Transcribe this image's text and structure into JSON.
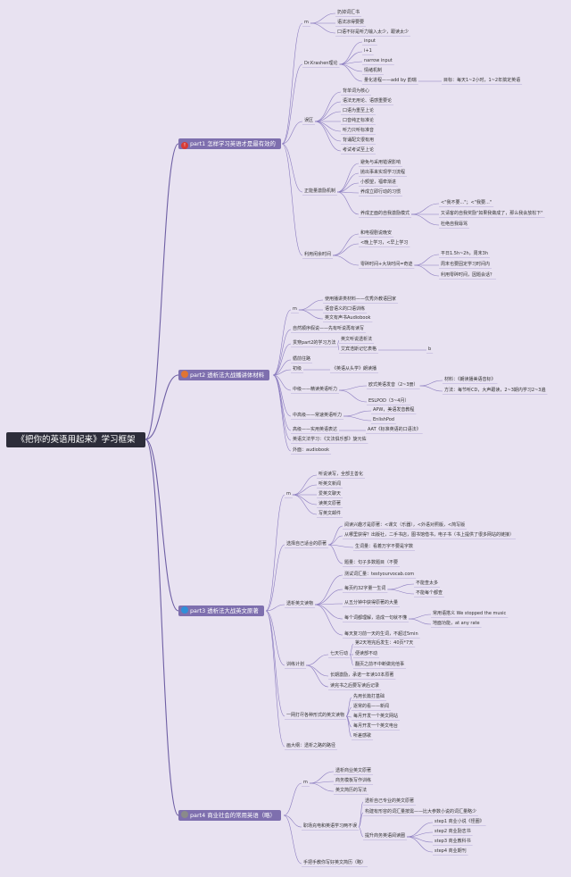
{
  "root": {
    "title": "《把你的英语用起来》学习框架"
  },
  "parts": [
    {
      "label": "part1 怎样学习英语才是最有效的",
      "badge_text": "!",
      "badge_color": "#d83b35",
      "badge_icon": "warning-icon"
    },
    {
      "label": "part2 透析法大战播讲体材料",
      "badge_text": "",
      "badge_color": "#e07432",
      "badge_icon": "orange-dot-icon"
    },
    {
      "label": "part3 透析法大战英文原著",
      "badge_text": "",
      "badge_color": "#2f8fd8",
      "badge_icon": "blue-dot-icon"
    },
    {
      "label": "part4 商业社会的常用英语（略）",
      "badge_text": "",
      "badge_color": "#8a8a8a",
      "badge_icon": "gray-dot-icon"
    }
  ],
  "nodes": [
    "m",
    "扔掉词汇书",
    "语法凉得要要",
    "口语不好是听力输入太少，跟读太少",
    "Dr.Krashen理论",
    "input",
    "i+1",
    "narrow input",
    "情绪机制",
    "量化进程——add by 韵瑞",
    "目标：每天1~2小时，1~2年搞定英语",
    "误区",
    "背单词为核心",
    "语法无用论、语感重要论",
    "口语为重至上论",
    "口音纯正标准论",
    "听力只听标准音",
    "背诵配文很有用",
    "考试考试至上论",
    "正能量激励机制",
    "避免与采用错误影响",
    "抛出事来实现学习流程",
    "小额望，福牵渐进",
    "养成立即行动的习惯",
    "养成正面的自我激励模式",
    "<\"我不要...\"；<\"我要...\"",
    "又请客的自我奖励\"如果我做成了，那么我会放松下\"",
    "杜绝自我辱骂",
    "利用闲余时间",
    "和电视剧说晚安",
    "<晚上学习，<早上学习",
    "零碎时间+大块时间=奇迹",
    "平日1.5h~2h，周末3h",
    "周末也要固定学习时间内",
    "利用零碎时间，因题会话？",
    "m",
    "使用播讲类材料——优秀外教语回家",
    "语音语义的口语训练",
    "英文有声书Audiobook",
    "自然顺序假说——先有听说再有读写",
    "贯穿part2的学习方法",
    "英文听说透析法",
    "艾宾浩斯记忆表格",
    "b",
    "循前往路",
    "初级",
    "《英语从头学》朗读播",
    "中级——精读英语听力",
    "欧式英语发音（2~3册）",
    "材料：《朗读播美语音标》",
    "方法：每节听CD，大声跟读，2~3期内学习2~3遍",
    "ESLPOD（3~4月）",
    "中高级——常速英语听力",
    "APW，美语发音教程",
    "EnlishPod",
    "高级——实用英语表达",
    "AAT《标准英语的口语法》",
    "英语文法学习：《文法俱乐部》旋元佑",
    "外面：audiobook",
    "m",
    "听说读写，全部主善化",
    "听英文新闻",
    "爱英文聊天",
    "读英文原著",
    "写英文邮件",
    "选择自己适合的原著",
    "阅读兴趣才是原著：<课文（乐器），<外语对照版，<简写版",
    "从哪里获得？出版社，二手书店，图书馆借书，电子书（书上提供了很多网站的链接）",
    "生词量：看着万字不要是字数",
    "题量：句子多数题目（不要",
    "透析英文读物",
    "测试词汇量：testyourvocab.com",
    "每页约32字量一生词",
    "不能查太多",
    "不能每个都查",
    "从五分钟中获得原著的大量",
    "每个词都理解，造成一句就不懂",
    "常用语搭义 We stopped the music",
    "地面功能，at any rate",
    "每天复习前一天的生词，不超过5min",
    "训练计划",
    "七天行动",
    "第2天地完后发生：40页*7天",
    "便读部不动",
    "翻页之前不中断做完他事",
    "长期激励，承诺一年读10本原著",
    "读完书之后要写读后记录",
    "一网打尽各种形式的英文读物",
    "先用长篇打基础",
    "逐常的看——新闻",
    "每月开发一个英文网站",
    "每月开发一个英文电台",
    "听差感歌",
    "画大纲：透析之路的路径",
    "m",
    "透析商业英文原著",
    "商务模板写作训练",
    "英文简历的写法",
    "职场充电和英语学习两不误",
    "透析自己专业的英文原著",
    "构建有形容的词汇量按需——比大参数小说的词汇量略少",
    "提升商务英语阅读圈",
    "step1 商业小说《怪圈》",
    "step2 商业励志书",
    "step3 商业教科书",
    "step4 商业期刊",
    "手把手教你写好英文简历（略）"
  ]
}
